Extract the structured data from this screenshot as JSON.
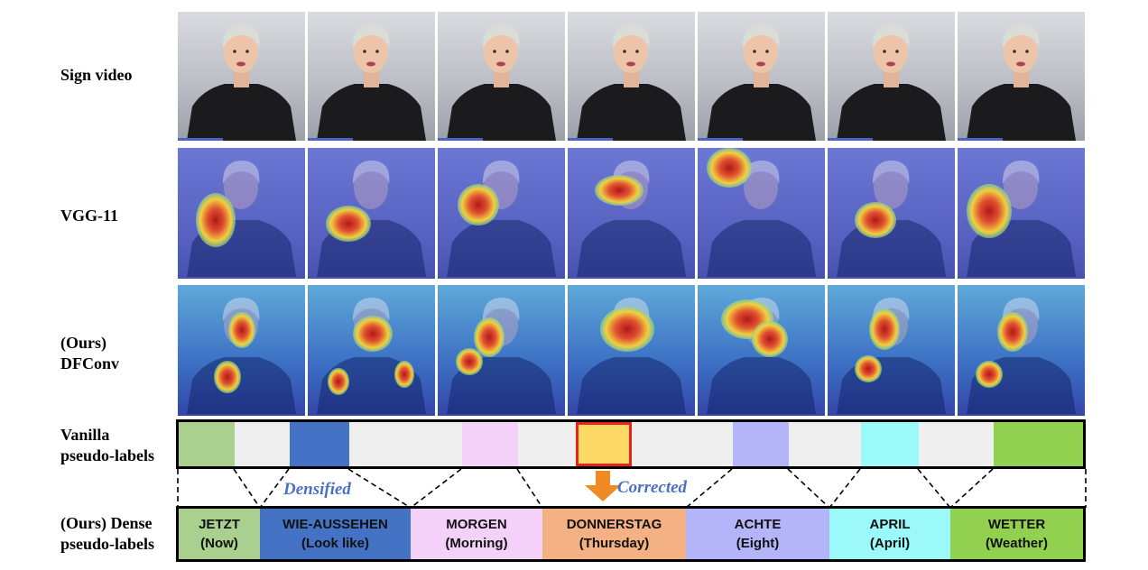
{
  "rows": {
    "sign_video": "Sign video",
    "vgg": "VGG-11",
    "ours_dfconv_line1": "(Ours)",
    "ours_dfconv_line2": "DFConv",
    "vanilla_line1": "Vanilla",
    "vanilla_line2": "pseudo-labels",
    "dense_line1": "(Ours) Dense",
    "dense_line2": "pseudo-labels"
  },
  "annotations": {
    "densified": "Densified",
    "corrected": "Corrected"
  },
  "vanilla_segments": [
    {
      "color": "#a9d08e"
    },
    {
      "color": "#efefef"
    },
    {
      "color": "#4472c4"
    },
    {
      "color": "#efefef"
    },
    {
      "color": "#f3d1f8"
    },
    {
      "color": "#efefef"
    },
    {
      "color": "#ffd966",
      "highlight": "#e8221c"
    },
    {
      "color": "#efefef"
    },
    {
      "color": "#b4b4f8"
    },
    {
      "color": "#efefef"
    },
    {
      "color": "#9cf9f9"
    },
    {
      "color": "#efefef"
    },
    {
      "color": "#92d050"
    }
  ],
  "dense_segments": [
    {
      "gloss": "JETZT",
      "translation": "(Now)",
      "color": "#a9d08e"
    },
    {
      "gloss": "WIE-AUSSEHEN",
      "translation": "(Look like)",
      "color": "#4472c4"
    },
    {
      "gloss": "MORGEN",
      "translation": "(Morning)",
      "color": "#f3d1f8"
    },
    {
      "gloss": "DONNERSTAG",
      "translation": "(Thursday)",
      "color": "#f4b183"
    },
    {
      "gloss": "ACHTE",
      "translation": "(Eight)",
      "color": "#b4b4f8"
    },
    {
      "gloss": "APRIL",
      "translation": "(April)",
      "color": "#9cf9f9"
    },
    {
      "gloss": "WETTER",
      "translation": "(Weather)",
      "color": "#92d050"
    }
  ],
  "colors": {
    "arrow": "#f08a24",
    "annotation": "#4a72c4",
    "highlight_border": "#e8221c"
  }
}
